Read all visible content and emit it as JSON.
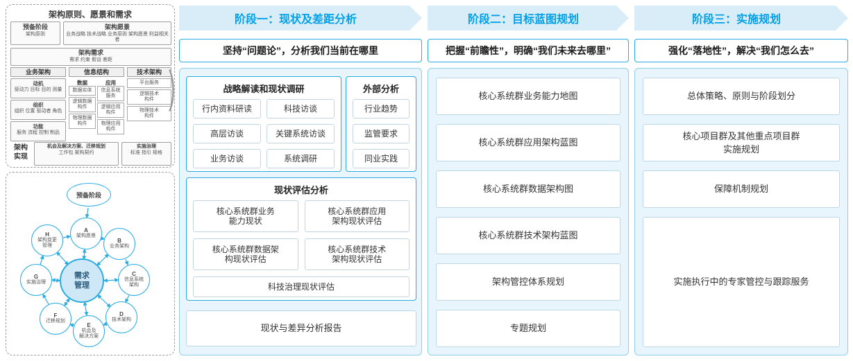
{
  "colors": {
    "accent": "#29abe2",
    "banner_text": "#00a0e9",
    "banner_bg": "#d9edf8",
    "panel_bg": "#e9f5fc"
  },
  "framework": {
    "title": "架构原则、愿景和需求",
    "prep_title": "预备阶段",
    "prep_sub": "架构原则",
    "vision_title": "架构愿景",
    "vision_items": "业务战略 技术战略 业务原则 架构愿景 利益相关者",
    "req_title": "架构需求",
    "req_items": "需求 约束 假设 差距",
    "business": {
      "title": "业务架构",
      "groups": [
        {
          "title": "动机",
          "items": "驱动力 目标 目的 测量"
        },
        {
          "title": "组织",
          "items": "组织 位置 驱动者 角色"
        },
        {
          "title": "功能",
          "items": "服务 流程 控制 制品"
        }
      ]
    },
    "information": {
      "title": "信息结构",
      "data_title": "数据",
      "data_items": [
        "数据实体",
        "逻辑数据\n构件",
        "物理数据\n构件"
      ],
      "app_title": "应用",
      "app_items": [
        "信息系统\n服务",
        "逻辑应用\n构件",
        "物理应用\n构件"
      ]
    },
    "technology": {
      "title": "技术架构",
      "items": [
        "平台服务",
        "逻辑技术\n构件",
        "物理技术\n构件"
      ]
    },
    "realization": {
      "label": "架构\n实现",
      "opp_title": "机会及解决方案、迁移规划",
      "opp_items": "工作包 架构契约",
      "gov_title": "实施治理",
      "gov_items": "标准 指引 规格"
    }
  },
  "adm": {
    "prep": "预备阶段",
    "center": "需求\n管理",
    "nodes": [
      {
        "letter": "A",
        "name": "架构愿景"
      },
      {
        "letter": "B",
        "name": "业务架构"
      },
      {
        "letter": "C",
        "name": "信息系统\n架构"
      },
      {
        "letter": "D",
        "name": "技术架构"
      },
      {
        "letter": "E",
        "name": "机会及\n解决方案"
      },
      {
        "letter": "F",
        "name": "迁移规划"
      },
      {
        "letter": "G",
        "name": "实施治理"
      },
      {
        "letter": "H",
        "name": "架构变更\n管理"
      }
    ]
  },
  "phase1": {
    "banner": "阶段一：现状及差距分析",
    "headline": "坚持“问题论”，分析我们当前在哪里",
    "strategy": {
      "title": "战略解读和现状调研",
      "items": [
        "行内资料研读",
        "科技访谈",
        "高层访谈",
        "关键系统访谈",
        "业务访谈",
        "系统调研"
      ]
    },
    "external": {
      "title": "外部分析",
      "items": [
        "行业趋势",
        "监管要求",
        "同业实践"
      ]
    },
    "assessment": {
      "title": "现状评估分析",
      "items": [
        "核心系统群业务\n能力现状",
        "核心系统群应用\n架构现状评估",
        "核心系统群数据架\n构现状评估",
        "核心系统群技术\n架构现状评估",
        "科技治理现状评估"
      ]
    },
    "report": "现状与差异分析报告"
  },
  "phase2": {
    "banner": "阶段二：目标蓝图规划",
    "headline": "把握“前瞻性”，明确“我们未来去哪里”",
    "items": [
      "核心系统群业务能力地图",
      "核心系统群应用架构蓝图",
      "核心系统群数据架构图",
      "核心系统群技术架构蓝图",
      "架构管控体系规划",
      "专题规划"
    ]
  },
  "phase3": {
    "banner": "阶段三：实施规划",
    "headline": "强化“落地性”，解决“我们怎么去”",
    "items": [
      "总体策略、原则与阶段划分",
      "核心项目群及其他重点项目群\n实施规划",
      "保障机制规划",
      "实施执行中的专家管控与跟踪服务"
    ]
  }
}
